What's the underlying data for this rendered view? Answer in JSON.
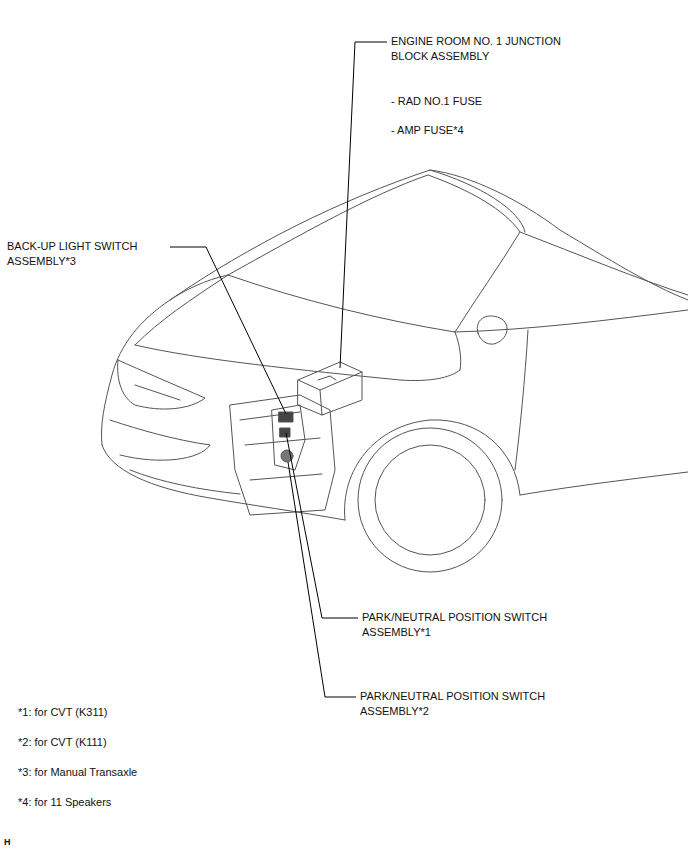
{
  "diagram": {
    "labels": [
      "ENGINE ROOM NO. 1 JUNCTION BLOCK ASSEMBLY",
      "- RAD NO.1 FUSE",
      "- AMP FUSE*4",
      "BACK-UP LIGHT SWITCH ASSEMBLY*3",
      "PARK/NEUTRAL POSITION SWITCH ASSEMBLY*1",
      "PARK/NEUTRAL POSITION SWITCH ASSEMBLY*2",
      "*1: for CVT (K311)",
      "*2: for CVT (K111)",
      "*3: for Manual Transaxle",
      "*4: for 11 Speakers",
      "H"
    ]
  }
}
